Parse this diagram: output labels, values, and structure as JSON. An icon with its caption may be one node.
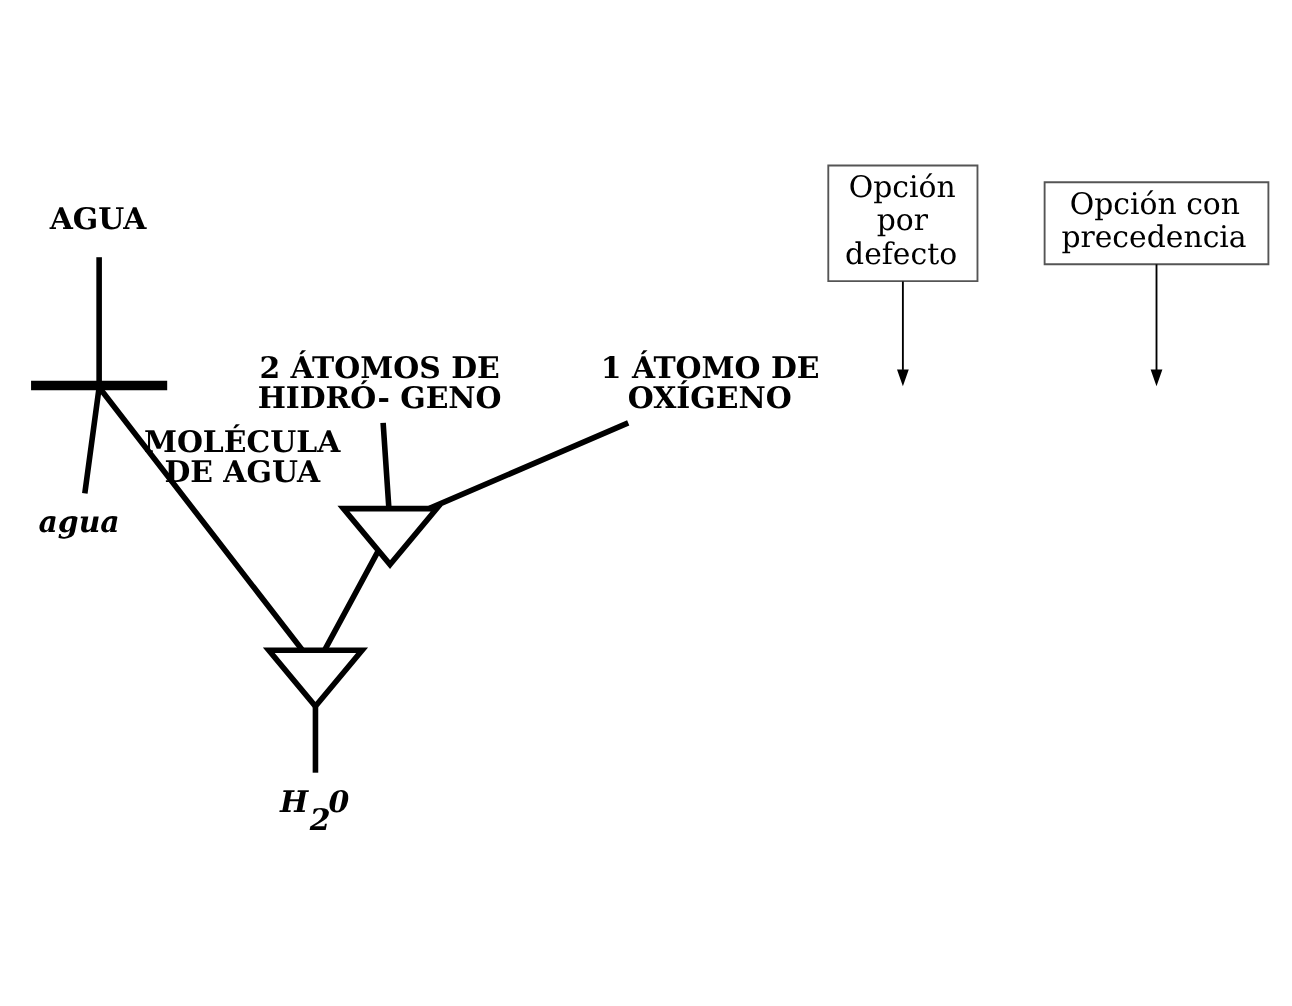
{
  "diagram": {
    "nodes": [
      {
        "text": [
          "AGUA"
        ]
      },
      {
        "text": [],
        "shape": "bar"
      },
      {
        "text": [
          "agua"
        ]
      },
      {
        "text": [
          "2 ÁTOMOS DE HIDRÓ- GENO"
        ]
      },
      {
        "text": [
          "1 ÁTOMO DE OXÍGENO"
        ]
      },
      {
        "text": [],
        "shape": "triangle",
        "beside": [
          "MOLÉCULA DE AGUA"
        ]
      },
      {
        "text": [],
        "shape": "triangle"
      },
      {
        "text": [
          "H$_{2}$0"
        ]
      },
      {
        "text": [
          "Opción por defecto"
        ]
      },
      {
        "text": [
          "Opción con precedencia"
        ]
      }
    ],
    "edges": [
      {
        "from": 0,
        "to": 1,
        "arrow": "none"
      },
      {
        "from": 1,
        "to": 2,
        "arrow": "none"
      },
      {
        "from": 1,
        "to": 6,
        "arrow": "none"
      },
      {
        "from": 3,
        "to": 5,
        "arrow": "none"
      },
      {
        "from": 4,
        "to": 5,
        "arrow": "none"
      },
      {
        "from": 5,
        "to": 6,
        "arrow": "none"
      },
      {
        "from": 6,
        "to": 7,
        "arrow": "none"
      },
      {
        "from": 8,
        "to": null,
        "arrow": "to"
      },
      {
        "from": 9,
        "to": null,
        "arrow": "to"
      }
    ]
  }
}
